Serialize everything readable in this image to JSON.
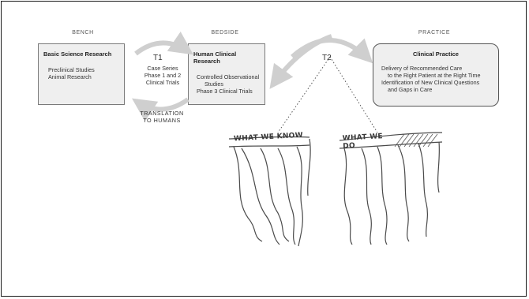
{
  "columns": {
    "bench": "BENCH",
    "bedside": "BEDSIDE",
    "practice": "PRACTICE"
  },
  "bench_box": {
    "title": "Basic Science Research",
    "lines": [
      "Preclinical Studies",
      "Animal Research"
    ]
  },
  "t1": {
    "label": "T1",
    "lines": [
      "Case Series",
      "Phase 1 and 2",
      "Clinical Trials"
    ],
    "translation": [
      "TRANSLATION",
      "TO HUMANS"
    ]
  },
  "bedside_box": {
    "title": "Human Clinical Research",
    "lines": [
      "Controlled Observational",
      "Studies",
      "Phase 3 Clinical Trials"
    ]
  },
  "t2": {
    "label": "T2"
  },
  "practice_box": {
    "title": "Clinical Practice",
    "lines": [
      "Delivery of Recommended Care",
      "to the Right Patient at the Right Time",
      "Identification of New Clinical Questions",
      "and Gaps in Care"
    ]
  },
  "cliffs": {
    "left_sign": "WHAT WE KNOW",
    "right_sign": "WHAT WE DO"
  },
  "colors": {
    "box_fill": "#efefef",
    "arrow": "#cfcfcf",
    "frame": "#1a1a1a"
  }
}
